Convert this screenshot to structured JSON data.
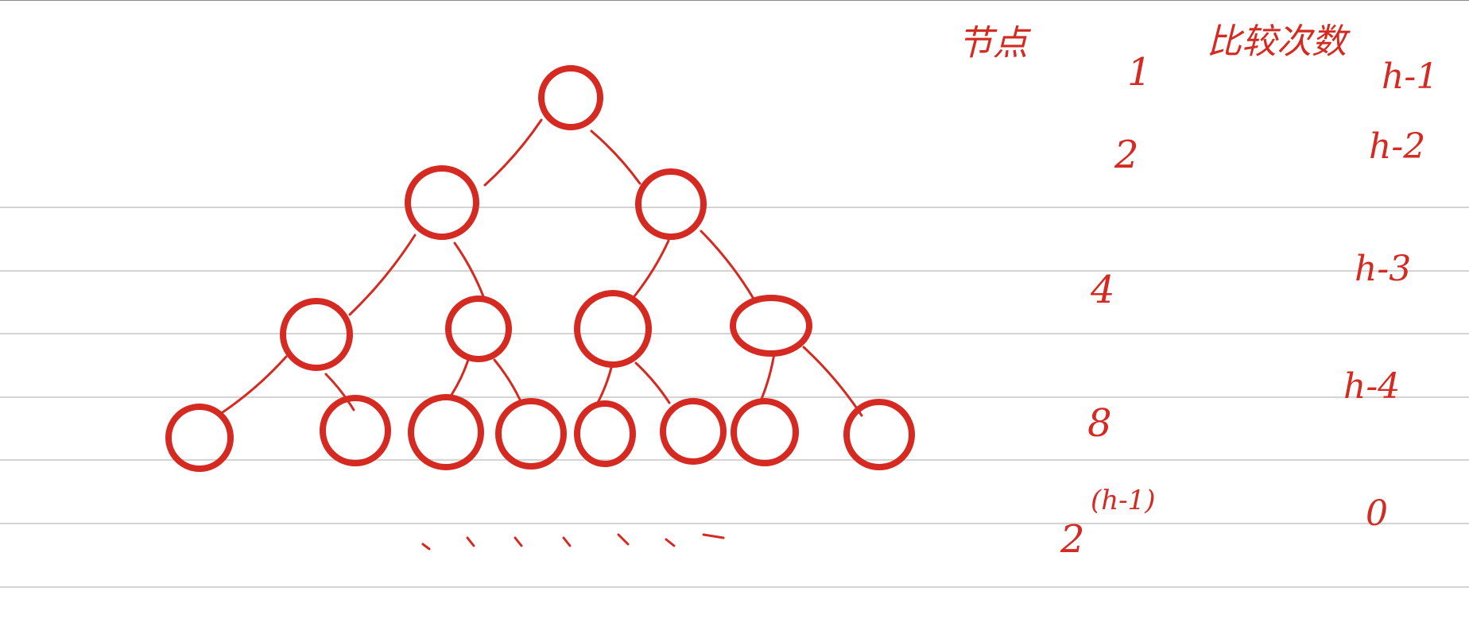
{
  "colors": {
    "ink": "#d42a22",
    "rule_line": "#d4d4d4",
    "background": "#ffffff",
    "top_border": "#8a8a8a"
  },
  "diagram": {
    "kind": "complete binary tree (heap) sketch",
    "levels_drawn": 4,
    "nodes_per_level": [
      1,
      2,
      4,
      8
    ],
    "has_continuation_marks": true
  },
  "table": {
    "header_nodes": "节点",
    "header_compares": "比较次数",
    "rows": [
      {
        "count": "1",
        "compares": "h-1"
      },
      {
        "count": "2",
        "compares": "h-2"
      },
      {
        "count": "4",
        "compares": "h-3"
      },
      {
        "count": "8",
        "compares": "h-4"
      },
      {
        "count_base": "2",
        "count_exp": "(h-1)",
        "compares": "0"
      }
    ]
  }
}
